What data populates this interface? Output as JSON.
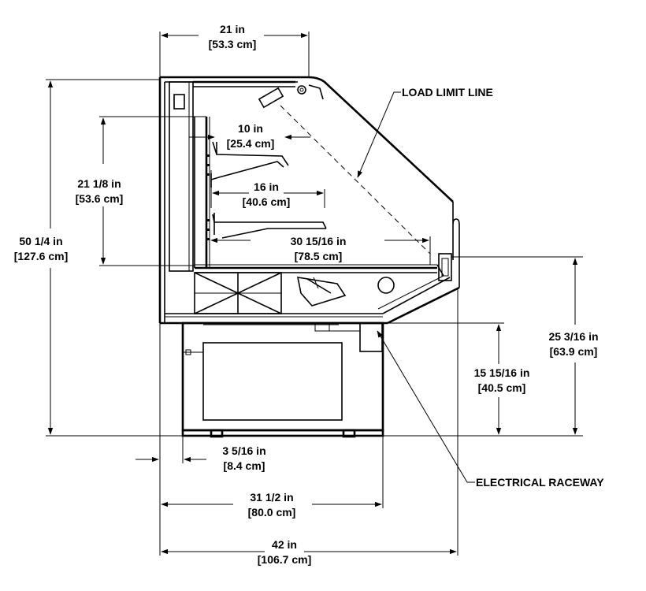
{
  "dimensions": {
    "top_width": {
      "imperial": "21 in",
      "metric": "[53.3 cm]"
    },
    "shelf_top": {
      "imperial": "10 in",
      "metric": "[25.4 cm]"
    },
    "shelf_mid": {
      "imperial": "16 in",
      "metric": "[40.6 cm]"
    },
    "deck_depth": {
      "imperial": "30 15/16 in",
      "metric": "[78.5 cm]"
    },
    "shelf_span_height": {
      "imperial": "21 1/8 in",
      "metric": "[53.6 cm]"
    },
    "overall_height": {
      "imperial": "50 1/4 in",
      "metric": "[127.6 cm]"
    },
    "front_height": {
      "imperial": "25 3/16 in",
      "metric": "[63.9 cm]"
    },
    "base_height": {
      "imperial": "15 15/16 in",
      "metric": "[40.5 cm]"
    },
    "toe_offset": {
      "imperial": "3 5/16 in",
      "metric": "[8.4 cm]"
    },
    "base_depth": {
      "imperial": "31 1/2 in",
      "metric": "[80.0 cm]"
    },
    "overall_depth": {
      "imperial": "42 in",
      "metric": "[106.7 cm]"
    }
  },
  "callouts": {
    "load_limit": "LOAD LIMIT LINE",
    "raceway": "ELECTRICAL RACEWAY"
  }
}
